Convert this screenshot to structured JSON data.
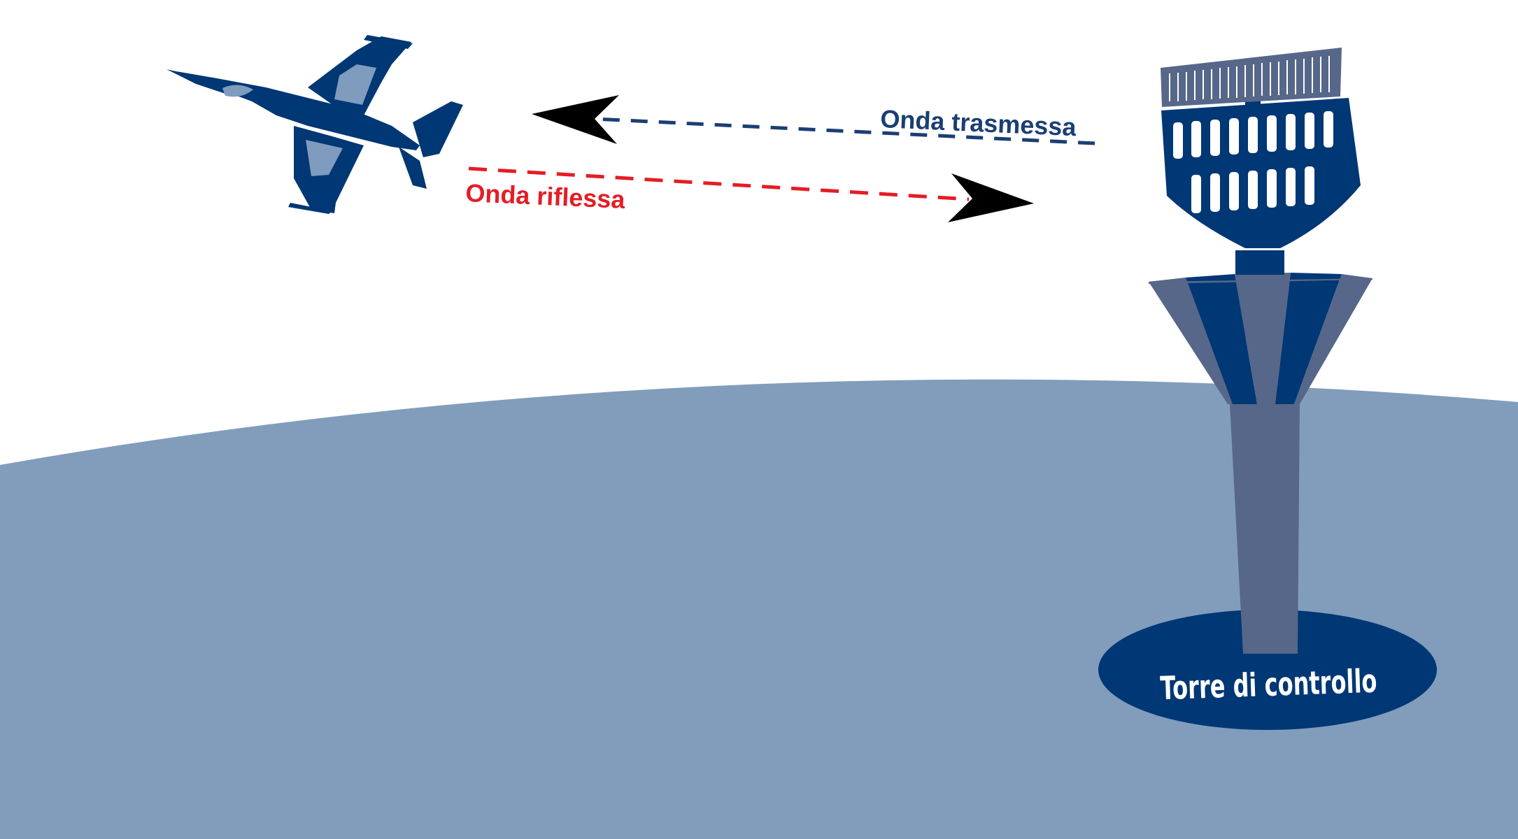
{
  "labels": {
    "transmitted_wave": "Onda trasmessa",
    "reflected_wave": "Onda riflessa",
    "control_tower": "Torre di controllo"
  },
  "colors": {
    "ground": "#819DBB",
    "navy": "#003775",
    "tower_mid": "#566789",
    "light_panel": "#7F9BBE",
    "transmitted": "#1A3F73",
    "reflected": "#E41D25",
    "arrowhead": "#000000"
  },
  "icons": {
    "aircraft": "jet-aircraft-icon",
    "radar": "radar-antenna-icon",
    "tower": "control-tower-icon"
  }
}
